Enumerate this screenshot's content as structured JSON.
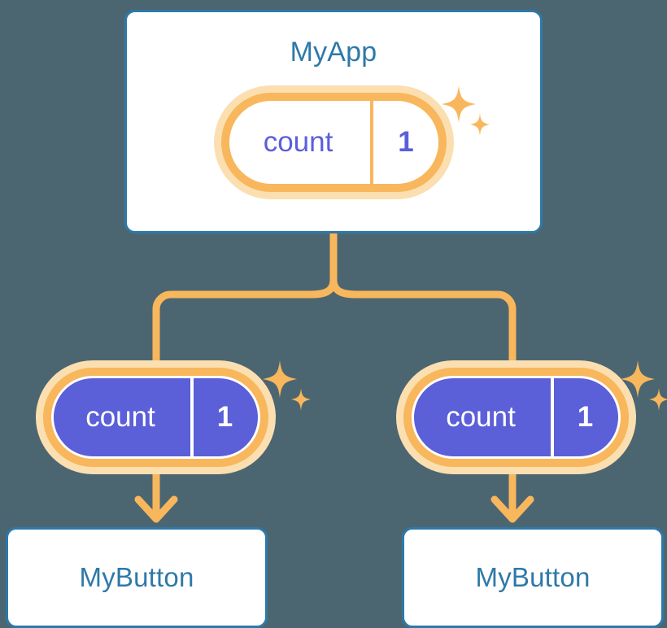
{
  "diagram": {
    "title": "MyApp",
    "background_color": "#4c6671",
    "palette": {
      "card_border": "#2e79a8",
      "card_text": "#2e79a8",
      "card_fill": "#ffffff",
      "accent_orange": "#f8b75c",
      "accent_orange_glow": "#fbdfb0",
      "state_indigo": "#5b5fd8",
      "state_text_light": "#ffffff"
    }
  },
  "root": {
    "label": "MyApp",
    "state": {
      "key": "count",
      "value": "1",
      "sparkle_icon": "sparkle-icon"
    }
  },
  "children": [
    {
      "label": "MyButton",
      "state": {
        "key": "count",
        "value": "1",
        "sparkle_icon": "sparkle-icon"
      }
    },
    {
      "label": "MyButton",
      "state": {
        "key": "count",
        "value": "1",
        "sparkle_icon": "sparkle-icon"
      }
    }
  ],
  "connectors": {
    "stem_color": "#f8b75c",
    "arrow_icon": "arrow-down-icon",
    "branch_count": 2
  }
}
